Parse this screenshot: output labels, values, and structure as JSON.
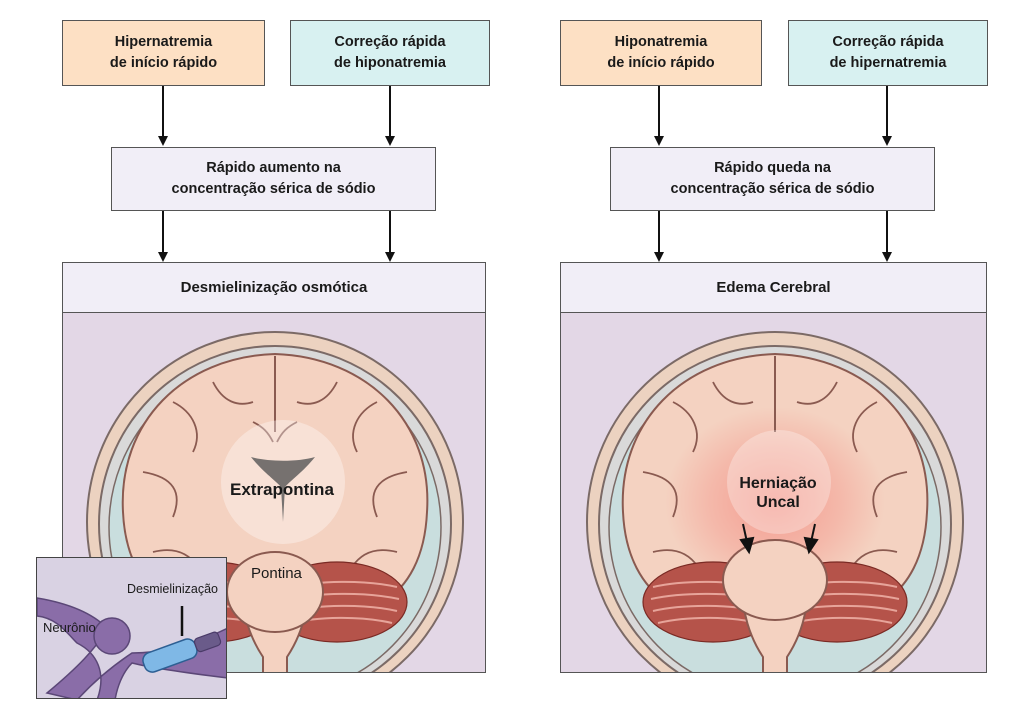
{
  "left": {
    "cause_a": "Hipernatremia\nde início rápido",
    "cause_b": "Correção rápida\nde hiponatremia",
    "mechanism": "Rápido aumento na\nconcentração sérica de sódio",
    "outcome": "Desmielinização osmótica",
    "label_extrapontina": "Extrapontina",
    "label_pontina": "Pontina"
  },
  "right": {
    "cause_a": "Hiponatremia\nde início rápido",
    "cause_b": "Correção rápida\nde hipernatremia",
    "mechanism": "Rápido queda na\nconcentração sérica de sódio",
    "outcome": "Edema Cerebral",
    "label_herniation": "Herniação\nUncal"
  },
  "inset": {
    "label_neuron": "Neurônio",
    "label_demyelination": "Desmielinização"
  },
  "colors": {
    "cause_orange": "#fde0c4",
    "cause_cyan": "#d8f1f1",
    "box_lavender": "#f1eef7",
    "panel_bg": "#e3d7e6",
    "brain_tissue": "#f4d2c1",
    "cerebellum": "#b5534a",
    "edema_red": "#f48a80"
  }
}
